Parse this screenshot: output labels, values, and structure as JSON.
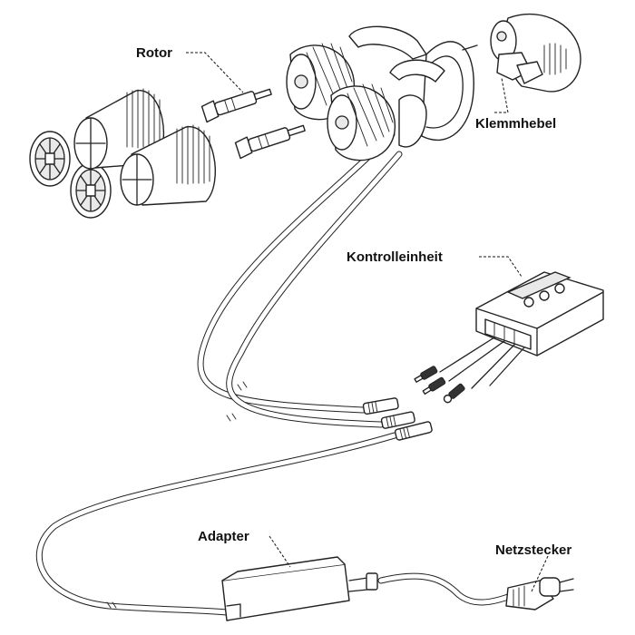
{
  "labels": {
    "rotor": "Rotor",
    "klemmhebel": "Klemmhebel",
    "kontrolleinheit": "Kontrolleinheit",
    "adapter": "Adapter",
    "netzstecker": "Netzstecker"
  },
  "colors": {
    "line": "#222222",
    "background": "#ffffff",
    "text": "#111111"
  }
}
